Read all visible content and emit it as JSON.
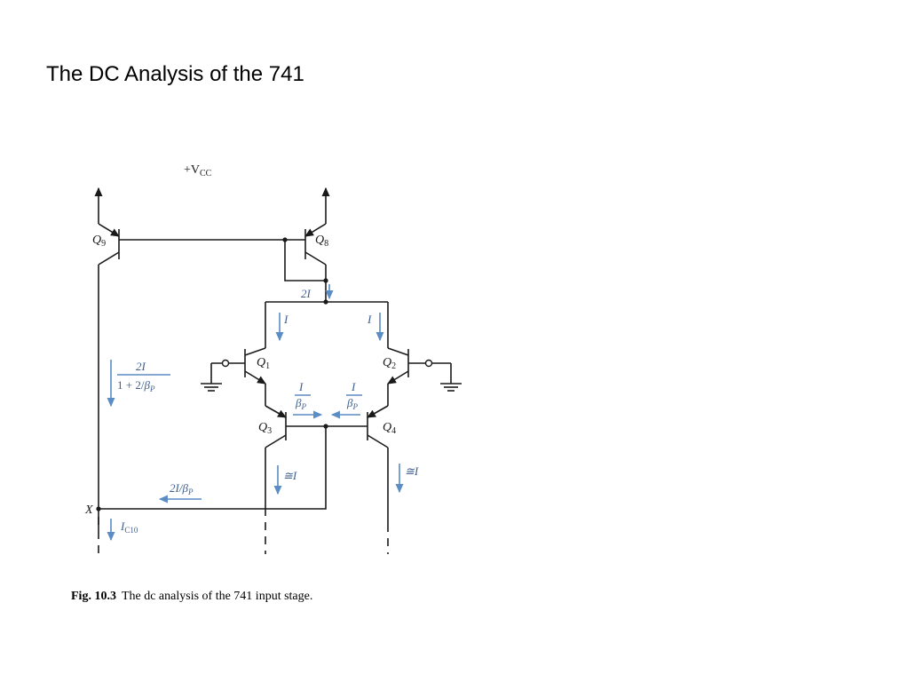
{
  "title": "The DC Analysis of the 741",
  "caption": {
    "number": "Fig. 10.3",
    "text": "The dc analysis of the 741 input stage."
  },
  "colors": {
    "wire": "#1a1a1a",
    "current_arrow": "#5b8cc4",
    "current_label": "#3f5f8f"
  },
  "labels": {
    "vcc": {
      "main": "+V",
      "sub": "CC"
    },
    "q9": {
      "main": "Q",
      "sub": "9"
    },
    "q8": {
      "main": "Q",
      "sub": "8"
    },
    "q1": {
      "main": "Q",
      "sub": "1"
    },
    "q2": {
      "main": "Q",
      "sub": "2"
    },
    "q3": {
      "main": "Q",
      "sub": "3"
    },
    "q4": {
      "main": "Q",
      "sub": "4"
    },
    "node_x": "X"
  },
  "currents": {
    "i_2i": "2I",
    "i_left": "I",
    "i_right": "I",
    "i_q9_num": "2I",
    "i_q9_den": {
      "pre": "1 + 2/",
      "beta": "β",
      "sub": "P"
    },
    "ib_left_num": "I",
    "ib_left_den": {
      "beta": "β",
      "sub": "P"
    },
    "ib_right_num": "I",
    "ib_right_den": {
      "beta": "β",
      "sub": "P"
    },
    "i_q3": "≅I",
    "i_q4": "≅I",
    "i_x": {
      "pre": "2I/",
      "beta": "β",
      "sub": "P"
    },
    "i_c10": {
      "main": "I",
      "sub": "C10"
    }
  }
}
